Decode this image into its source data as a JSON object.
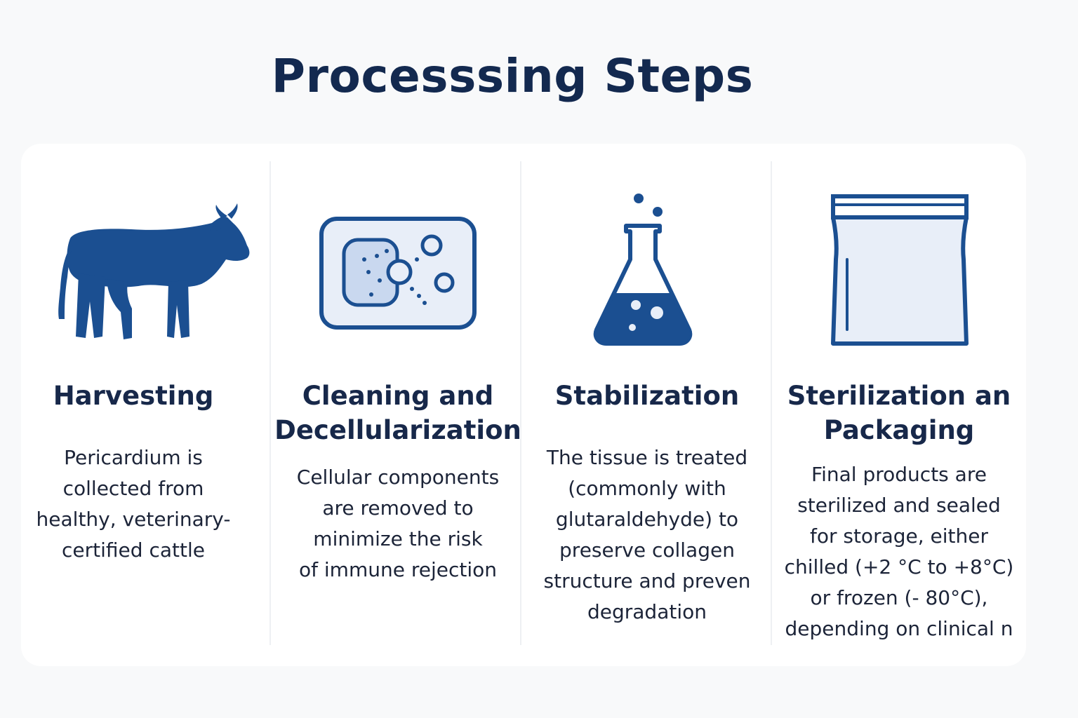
{
  "title": "Processsing Steps",
  "colors": {
    "icon_blue": "#1b4f91",
    "icon_fill_light": "#e8eef8",
    "text_dark": "#17284a"
  },
  "steps": [
    {
      "icon": "cow-icon",
      "title": "Harvesting",
      "description": "Pericardium is\ncollected from\nhealthy, veterinary-\ncertified cattle"
    },
    {
      "icon": "cell-tissue-icon",
      "title": "Cleaning and\nDecellularization",
      "description": "Cellular components\n  are removed to\nminimize the risk\nof immune rejection"
    },
    {
      "icon": "flask-icon",
      "title": "Stabilization",
      "description": "The tissue is treated\n(commonly with\nglutaraldehyde) to\npreserve collagen\nstructure and preven\ndegradation"
    },
    {
      "icon": "sealed-bag-icon",
      "title": "Sterilization an\nPackaging",
      "description": "Final products are\nsterilized and sealed\nfor storage, either\nchilled (+2 °C to +8°C)\nor frozen (- 80°C),\ndepending on clinical n"
    }
  ]
}
